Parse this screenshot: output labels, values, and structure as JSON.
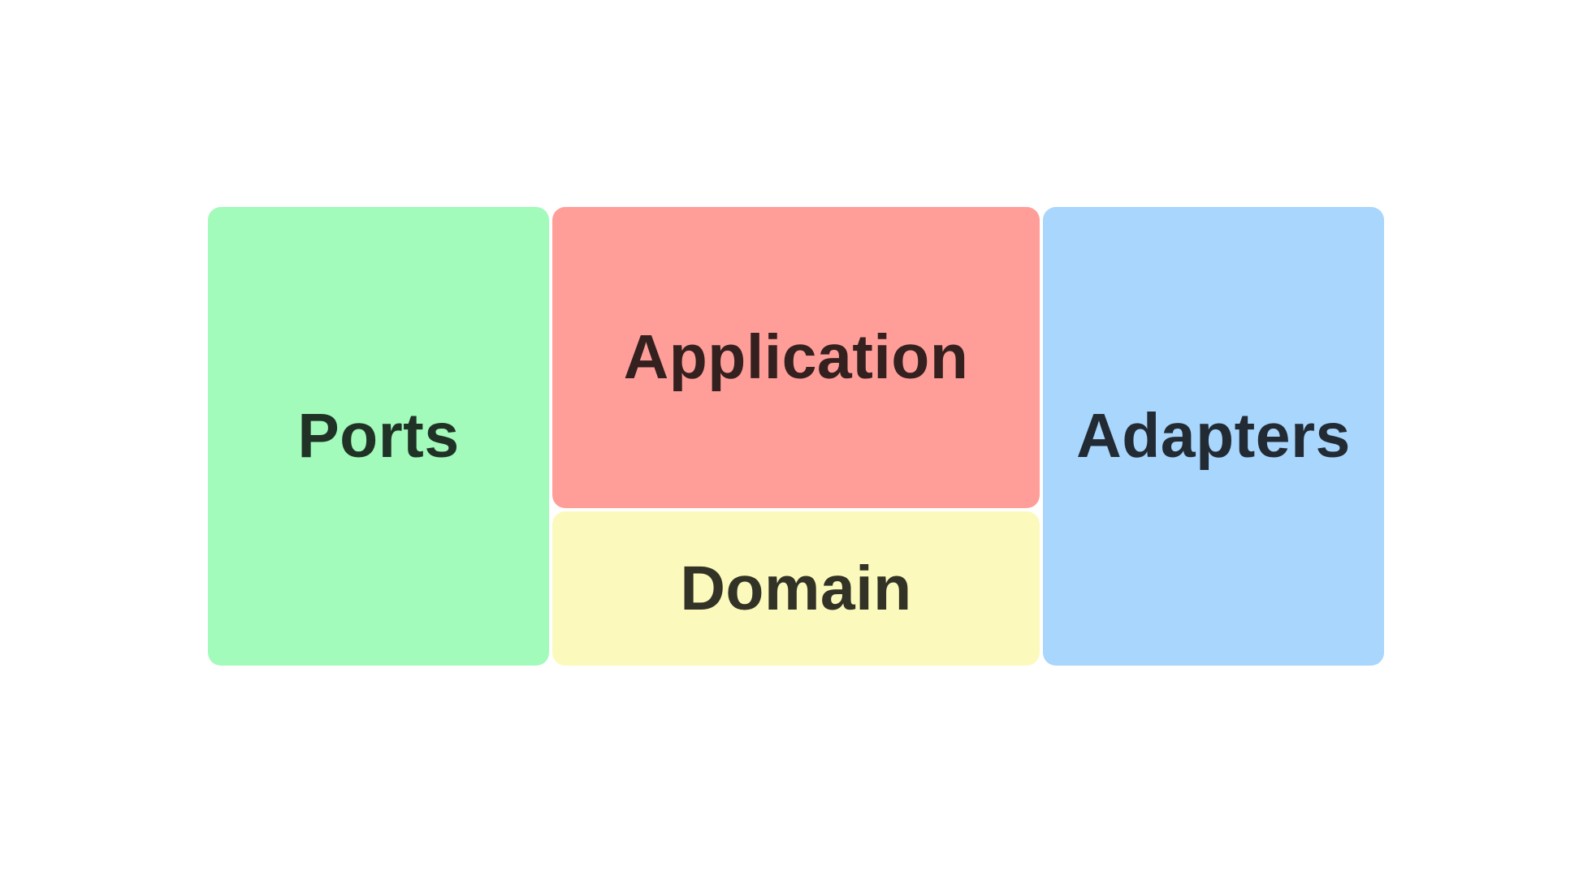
{
  "diagram": {
    "name": "ports-and-adapters-architecture",
    "background": "#ffffff",
    "text_color": "rgba(0, 0, 0, 0.8)",
    "boxes": [
      {
        "id": "ports",
        "label": "Ports",
        "color": "#A2FABB"
      },
      {
        "id": "application",
        "label": "Application",
        "color": "#FF9E99"
      },
      {
        "id": "domain",
        "label": "Domain",
        "color": "#FBFABC"
      },
      {
        "id": "adapters",
        "label": "Adapters",
        "color": "#A8D6FC"
      }
    ]
  }
}
